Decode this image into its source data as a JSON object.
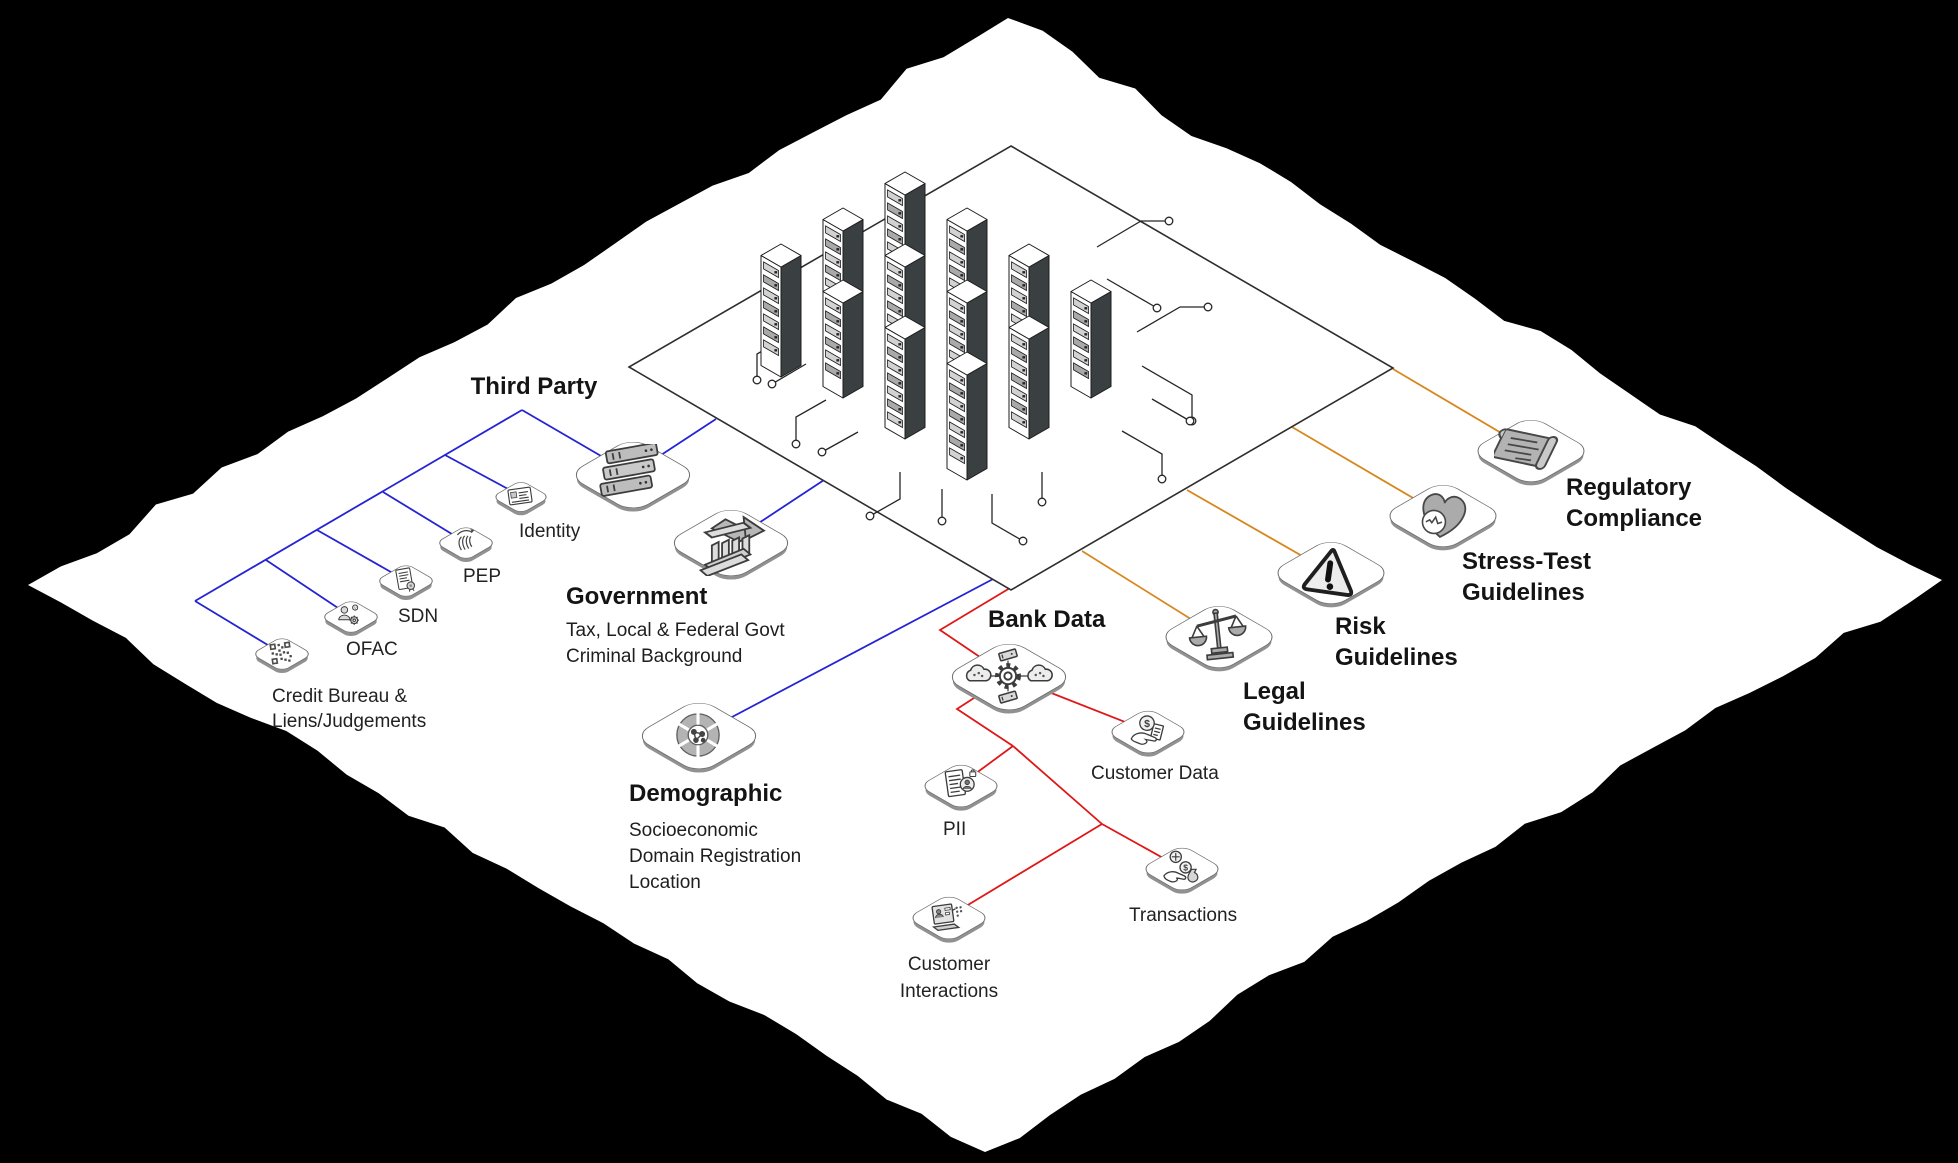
{
  "colors": {
    "background": "#000000",
    "surface": "#ffffff",
    "third_party_line": "#2424d4",
    "bank_line": "#e01717",
    "guideline_line": "#d7871d",
    "text": "#1c1c1c"
  },
  "cluster": {
    "name": "core-banking-server-cluster"
  },
  "groups": {
    "third_party": {
      "title": "Third Party"
    },
    "government": {
      "title": "Government",
      "subtitle": "Tax, Local & Federal Govt\nCriminal Background"
    },
    "demographic": {
      "title": "Demographic",
      "subtitle": "Socioeconomic\nDomain Registration\nLocation"
    },
    "bank_data": {
      "title": "Bank Data"
    }
  },
  "nodes": {
    "identity": {
      "label": "Identity",
      "icon": "id-card-icon"
    },
    "pep": {
      "label": "PEP",
      "icon": "fingerprint-icon"
    },
    "sdn": {
      "label": "SDN",
      "icon": "document-seal-icon"
    },
    "ofac": {
      "label": "OFAC",
      "icon": "person-network-icon"
    },
    "credit_bureau": {
      "label": "Credit Bureau &\nLiens/Judgements",
      "icon": "qr-code-icon"
    },
    "third_party_hub": {
      "icon": "server-stack-icon"
    },
    "government_hub": {
      "icon": "bank-building-icon"
    },
    "demographic_hub": {
      "icon": "donut-chart-icon"
    },
    "bank_data_hub": {
      "icon": "gear-clouds-icon"
    },
    "customer_data": {
      "label": "Customer Data",
      "icon": "coin-hand-icon"
    },
    "pii": {
      "label": "PII",
      "icon": "document-lock-icon"
    },
    "transactions": {
      "label": "Transactions",
      "icon": "money-exchange-icon"
    },
    "customer_interactions": {
      "label": "Customer\nInteractions",
      "icon": "kiosk-icon"
    },
    "legal": {
      "label": "Legal\nGuidelines",
      "icon": "scales-icon"
    },
    "risk": {
      "label": "Risk\nGuidelines",
      "icon": "warning-triangle-icon"
    },
    "stress_test": {
      "label": "Stress-Test\nGuidelines",
      "icon": "heart-pulse-icon"
    },
    "regulatory": {
      "label": "Regulatory\nCompliance",
      "icon": "scroll-icon"
    }
  }
}
